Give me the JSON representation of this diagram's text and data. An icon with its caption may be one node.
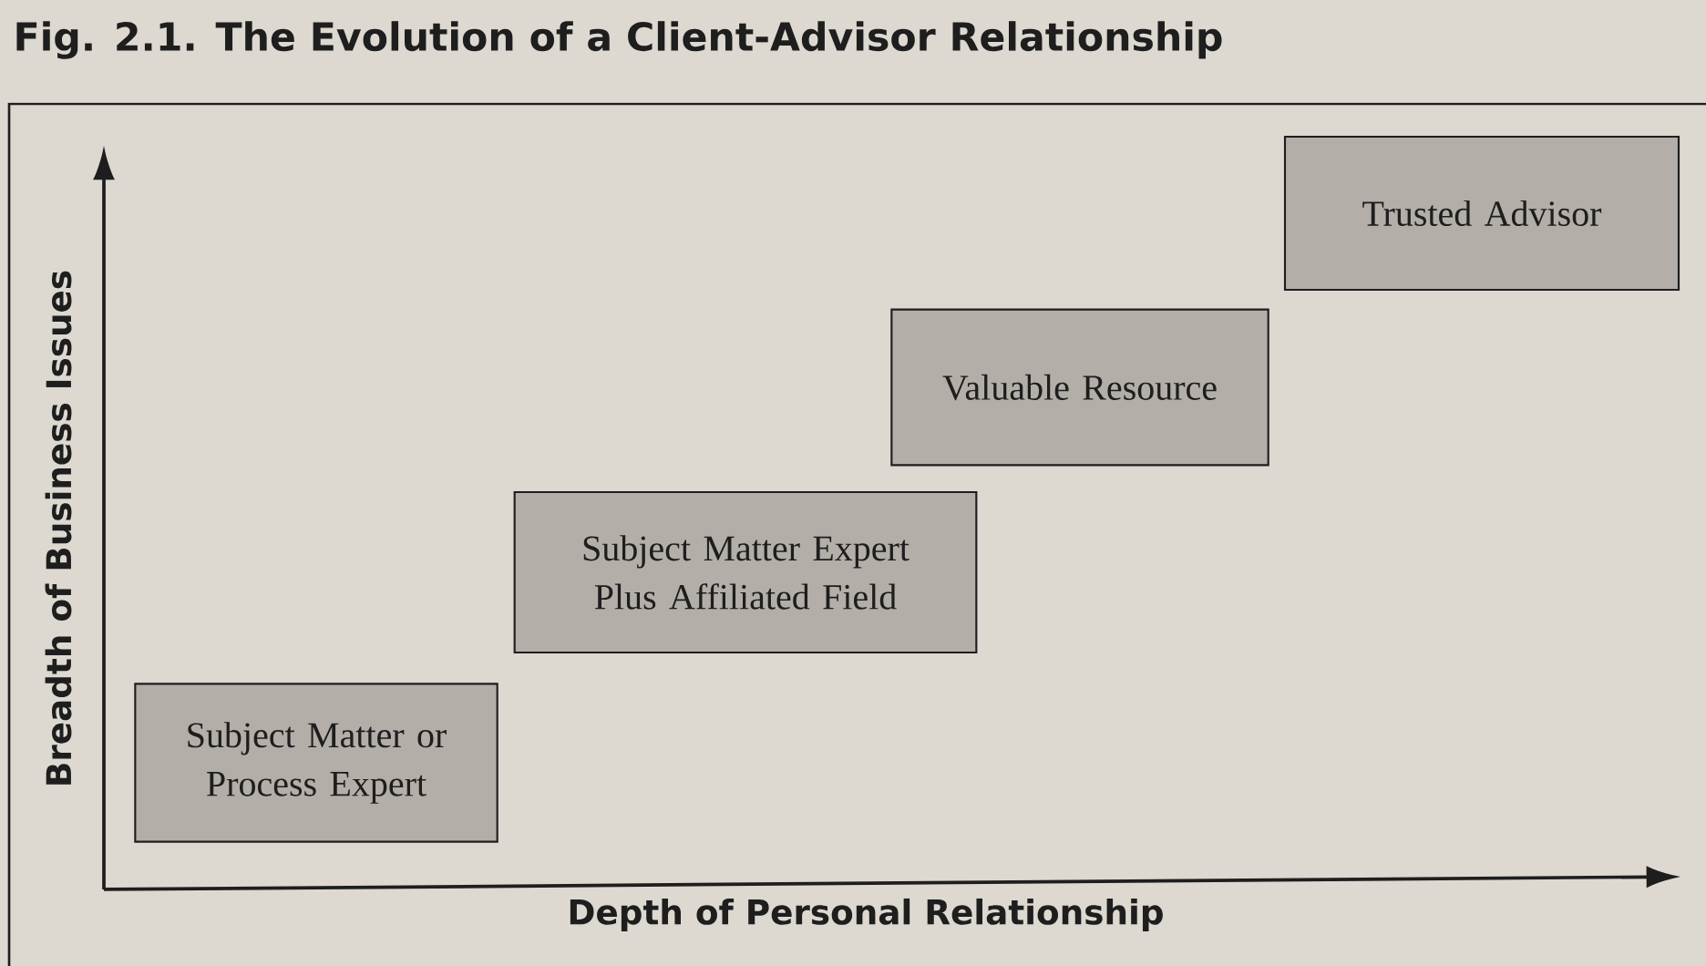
{
  "diagram": {
    "title": "Fig. 2.1. The Evolution of a Client-Advisor Relationship",
    "nodes": [
      {
        "text": [
          "Subject Matter or Process Expert"
        ]
      },
      {
        "text": [
          "Subject Matter Expert Plus Affiliated Field"
        ]
      },
      {
        "text": [
          "Valuable Resource"
        ]
      },
      {
        "text": [
          "Trusted Advisor"
        ]
      }
    ],
    "labels": [
      "Breadth of Business Issues",
      "Depth of Personal Relationship"
    ]
  }
}
